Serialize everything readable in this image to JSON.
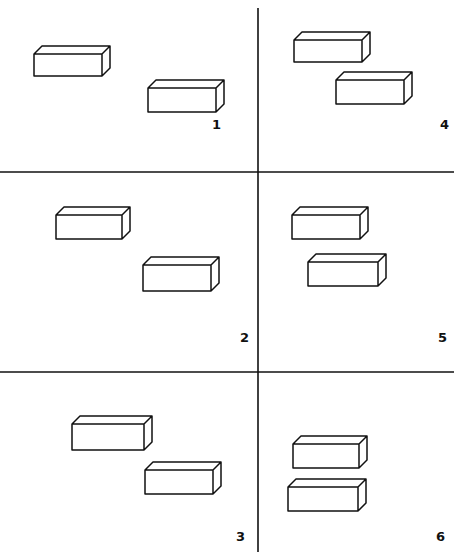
{
  "diagram": {
    "labels": [
      "1",
      "4",
      "2",
      "5",
      "3",
      "6"
    ]
  }
}
